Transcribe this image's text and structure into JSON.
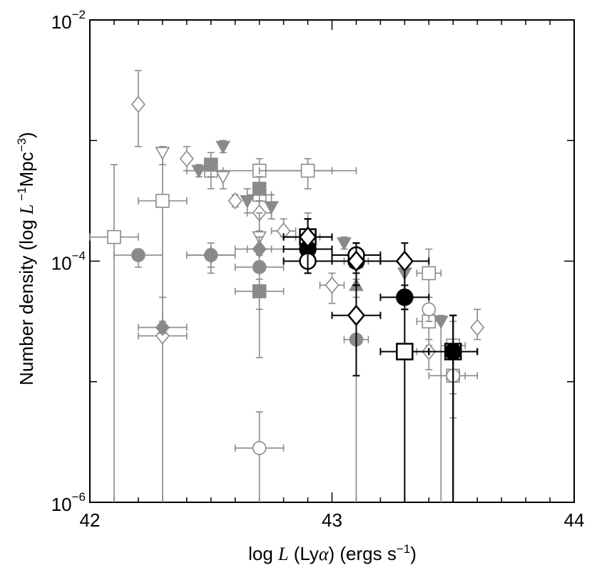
{
  "chart_data": {
    "type": "scatter",
    "xlabel_parts": {
      "pre": "log ",
      "L": "L",
      "mid": " (Ly",
      "alpha": "α",
      "post": ") (ergs s",
      "exp": "−1",
      "close": ")"
    },
    "ylabel_parts": {
      "pre": "Number density (log ",
      "L": "L",
      "sup1": " −1",
      "mid": "Mpc",
      "sup2": "−3",
      "close": ")"
    },
    "xlim": [
      42,
      44
    ],
    "ylim_log10": [
      -6,
      -2
    ],
    "yscale": "log",
    "x_ticks": [
      {
        "value": 42,
        "label": "42"
      },
      {
        "value": 43,
        "label": "43"
      },
      {
        "value": 44,
        "label": "44"
      }
    ],
    "y_ticks": [
      {
        "value": -6,
        "base": "10",
        "exp": "−6"
      },
      {
        "value": -4,
        "base": "10",
        "exp": "−4"
      },
      {
        "value": -2,
        "base": "10",
        "exp": "−2"
      }
    ],
    "colors": {
      "gray": "#8a8a8a",
      "black": "#000000"
    },
    "series": [
      {
        "marker": "square-open",
        "color": "gray",
        "points": [
          {
            "x": 42.1,
            "y": -3.8,
            "xerr": 0.1,
            "ylo": -6.0,
            "yhi": -3.2
          },
          {
            "x": 42.3,
            "y": -3.5,
            "xerr": 0.1,
            "ylo": -6.0,
            "yhi": -3.1
          },
          {
            "x": 42.5,
            "y": -3.25,
            "xerr": 0.05,
            "ylo": -3.4,
            "yhi": -3.15
          },
          {
            "x": 42.7,
            "y": -3.25,
            "xerr": 0.3,
            "ylo": -3.4,
            "yhi": -3.15
          },
          {
            "x": 42.9,
            "y": -3.25,
            "xerr": 0.2,
            "ylo": -3.4,
            "yhi": -3.15
          },
          {
            "x": 42.7,
            "y": -3.45,
            "xerr": 0.05,
            "ylo": -3.6,
            "yhi": -3.35
          },
          {
            "x": 42.9,
            "y": -3.8,
            "xerr": 0.05,
            "ylo": -3.95,
            "yhi": -3.6
          },
          {
            "x": 43.1,
            "y": -4.0,
            "xerr": 0.05,
            "ylo": -4.3,
            "yhi": -3.85
          },
          {
            "x": 43.4,
            "y": -4.1,
            "xerr": 0.05,
            "ylo": -4.3,
            "yhi": -3.9
          },
          {
            "x": 43.4,
            "y": -4.5,
            "xerr": 0.05,
            "ylo": -4.7,
            "yhi": -4.3
          },
          {
            "x": 43.5,
            "y": -4.7,
            "xerr": 0.05,
            "ylo": -4.9,
            "yhi": -4.5
          },
          {
            "x": 43.5,
            "y": -4.95,
            "xerr": 0.05,
            "ylo": -5.1,
            "yhi": -4.8
          }
        ]
      },
      {
        "marker": "diamond-open",
        "color": "gray",
        "points": [
          {
            "x": 42.2,
            "y": -2.7,
            "xerr": 0.0,
            "ylo": -3.05,
            "yhi": -2.42
          },
          {
            "x": 42.4,
            "y": -3.15,
            "xerr": 0.0,
            "ylo": -3.25,
            "yhi": -3.05
          },
          {
            "x": 42.6,
            "y": -3.5,
            "xerr": 0.0,
            "ylo": -3.55,
            "yhi": -3.45
          },
          {
            "x": 42.7,
            "y": -3.6,
            "xerr": 0.05,
            "ylo": -3.75,
            "yhi": -3.5
          },
          {
            "x": 42.8,
            "y": -3.75,
            "xerr": 0.05,
            "ylo": -3.8,
            "yhi": -3.65
          },
          {
            "x": 42.5,
            "y": -3.95,
            "xerr": 0.1,
            "ylo": -4.1,
            "yhi": -3.85
          },
          {
            "x": 42.3,
            "y": -4.62,
            "xerr": 0.1,
            "ylo": -6.0,
            "yhi": -4.3
          },
          {
            "x": 43.0,
            "y": -4.2,
            "xerr": 0.05,
            "ylo": -4.35,
            "yhi": -4.1
          },
          {
            "x": 43.4,
            "y": -4.75,
            "xerr": 0.05,
            "ylo": -4.9,
            "yhi": -4.65
          },
          {
            "x": 43.6,
            "y": -4.55,
            "xerr": 0.0,
            "ylo": -4.65,
            "yhi": -4.4
          }
        ]
      },
      {
        "marker": "triangle-down-filled",
        "color": "gray",
        "points": [
          {
            "x": 42.45,
            "y": -3.25,
            "xerr": 0.0,
            "ylo": -3.3,
            "yhi": -3.2
          },
          {
            "x": 42.55,
            "y": -3.05,
            "xerr": 0.0,
            "ylo": -3.1,
            "yhi": -3.0
          },
          {
            "x": 42.65,
            "y": -3.5,
            "xerr": 0.0,
            "ylo": -3.6,
            "yhi": -3.4
          },
          {
            "x": 42.75,
            "y": -3.55,
            "xerr": 0.0,
            "ylo": -3.65,
            "yhi": -3.45
          },
          {
            "x": 43.05,
            "y": -3.85,
            "xerr": 0.0,
            "ylo": -3.9,
            "yhi": -3.8
          },
          {
            "x": 43.3,
            "y": -4.1,
            "xerr": 0.0,
            "ylo": -4.2,
            "yhi": -4.0
          },
          {
            "x": 43.45,
            "y": -4.5,
            "xerr": 0.0,
            "ylo": -6.0,
            "yhi": -4.45
          }
        ]
      },
      {
        "marker": "triangle-down-open",
        "color": "gray",
        "points": [
          {
            "x": 42.3,
            "y": -3.1,
            "xerr": 0.0,
            "ylo": -3.2,
            "yhi": -3.05
          },
          {
            "x": 42.55,
            "y": -3.3,
            "xerr": 0.0,
            "ylo": -3.4,
            "yhi": -3.25
          },
          {
            "x": 42.7,
            "y": -3.8,
            "xerr": 0.0,
            "ylo": -3.9,
            "yhi": -3.6
          }
        ]
      },
      {
        "marker": "square-filled",
        "color": "gray",
        "points": [
          {
            "x": 42.5,
            "y": -3.2,
            "xerr": 0.0,
            "ylo": -3.3,
            "yhi": -3.1
          },
          {
            "x": 42.7,
            "y": -3.4,
            "xerr": 0.0,
            "ylo": -3.5,
            "yhi": -3.3
          },
          {
            "x": 42.9,
            "y": -3.95,
            "xerr": 0.0,
            "ylo": -4.0,
            "yhi": -3.9
          },
          {
            "x": 42.7,
            "y": -4.25,
            "xerr": 0.1,
            "ylo": -4.8,
            "yhi": -4.15
          },
          {
            "x": 43.1,
            "y": -4.0,
            "xerr": 0.05,
            "ylo": -4.15,
            "yhi": -3.9
          }
        ]
      },
      {
        "marker": "diamond-filled",
        "color": "gray",
        "points": [
          {
            "x": 42.7,
            "y": -3.9,
            "xerr": 0.0,
            "ylo": -4.0,
            "yhi": -3.8
          },
          {
            "x": 42.7,
            "y": -3.9,
            "xerr": 0.05,
            "ylo": -4.0,
            "yhi": -3.8
          },
          {
            "x": 42.3,
            "y": -4.55,
            "xerr": 0.1,
            "ylo": -4.6,
            "yhi": -4.5
          },
          {
            "x": 42.7,
            "y": -3.9,
            "xerr": 0.1,
            "ylo": -4.0,
            "yhi": -3.8
          }
        ]
      },
      {
        "marker": "circle-filled",
        "color": "gray",
        "points": [
          {
            "x": 42.2,
            "y": -3.95,
            "xerr": 0.1,
            "ylo": -4.05,
            "yhi": -3.9
          },
          {
            "x": 42.5,
            "y": -3.95,
            "xerr": 0.1,
            "ylo": -4.05,
            "yhi": -3.9
          },
          {
            "x": 42.7,
            "y": -4.05,
            "xerr": 0.1,
            "ylo": -4.4,
            "yhi": -3.95
          },
          {
            "x": 43.1,
            "y": -4.65,
            "xerr": 0.05,
            "ylo": -6.0,
            "yhi": -4.4
          }
        ]
      },
      {
        "marker": "circle-open",
        "color": "gray",
        "points": [
          {
            "x": 42.7,
            "y": -5.55,
            "xerr": 0.1,
            "ylo": -6.0,
            "yhi": -5.25
          },
          {
            "x": 43.5,
            "y": -4.95,
            "xerr": 0.1,
            "ylo": -5.3,
            "yhi": -4.75
          },
          {
            "x": 43.4,
            "y": -4.4,
            "xerr": 0.0,
            "ylo": -4.5,
            "yhi": -4.3
          }
        ]
      },
      {
        "marker": "triangle-up-filled",
        "color": "gray",
        "points": [
          {
            "x": 43.1,
            "y": -4.2,
            "xerr": 0.0,
            "ylo": -4.3,
            "yhi": -4.1
          }
        ]
      },
      {
        "marker": "square-open",
        "color": "black",
        "points": [
          {
            "x": 42.9,
            "y": -3.8,
            "xerr": 0.1,
            "ylo": -3.9,
            "yhi": -3.65
          },
          {
            "x": 43.3,
            "y": -4.75,
            "xerr": 0.1,
            "ylo": -6.0,
            "yhi": -4.4
          },
          {
            "x": 43.5,
            "y": -4.75,
            "xerr": 0.1,
            "ylo": -6.0,
            "yhi": -4.45
          }
        ]
      },
      {
        "marker": "circle-filled",
        "color": "black",
        "points": [
          {
            "x": 42.9,
            "y": -3.9,
            "xerr": 0.1,
            "ylo": -4.0,
            "yhi": -3.8
          },
          {
            "x": 43.1,
            "y": -4.0,
            "xerr": 0.1,
            "ylo": -4.1,
            "yhi": -3.9
          },
          {
            "x": 43.3,
            "y": -4.3,
            "xerr": 0.1,
            "ylo": -4.4,
            "yhi": -4.2
          },
          {
            "x": 43.5,
            "y": -4.75,
            "xerr": 0.1,
            "ylo": -6.0,
            "yhi": -4.45
          }
        ]
      },
      {
        "marker": "circle-open",
        "color": "black",
        "points": [
          {
            "x": 42.9,
            "y": -4.0,
            "xerr": 0.1,
            "ylo": -4.1,
            "yhi": -3.85
          },
          {
            "x": 43.1,
            "y": -3.95,
            "xerr": 0.1,
            "ylo": -4.05,
            "yhi": -3.85
          }
        ]
      },
      {
        "marker": "diamond-open",
        "color": "black",
        "points": [
          {
            "x": 42.9,
            "y": -3.8,
            "xerr": 0.1,
            "ylo": -4.1,
            "yhi": -3.65
          },
          {
            "x": 43.1,
            "y": -4.0,
            "xerr": 0.1,
            "ylo": -4.2,
            "yhi": -3.85
          },
          {
            "x": 43.1,
            "y": -4.45,
            "xerr": 0.1,
            "ylo": -4.95,
            "yhi": -4.2
          },
          {
            "x": 43.3,
            "y": -4.0,
            "xerr": 0.1,
            "ylo": -4.3,
            "yhi": -3.85
          }
        ]
      }
    ]
  }
}
